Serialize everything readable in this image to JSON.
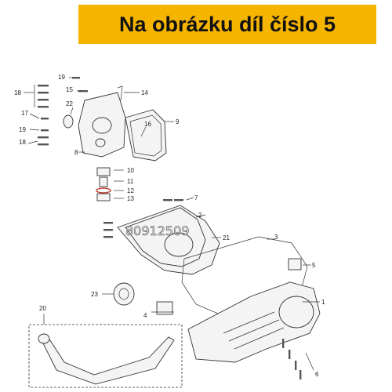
{
  "banner": {
    "text": "Na obrázku díl číslo 5",
    "bg": "#f5b400"
  },
  "watermark": "80912509",
  "labels": [
    "1",
    "2",
    "3",
    "4",
    "5",
    "6",
    "7",
    "8",
    "9",
    "10",
    "11",
    "12",
    "13",
    "14",
    "15",
    "16",
    "17",
    "18",
    "19",
    "20",
    "21",
    "22",
    "23"
  ]
}
